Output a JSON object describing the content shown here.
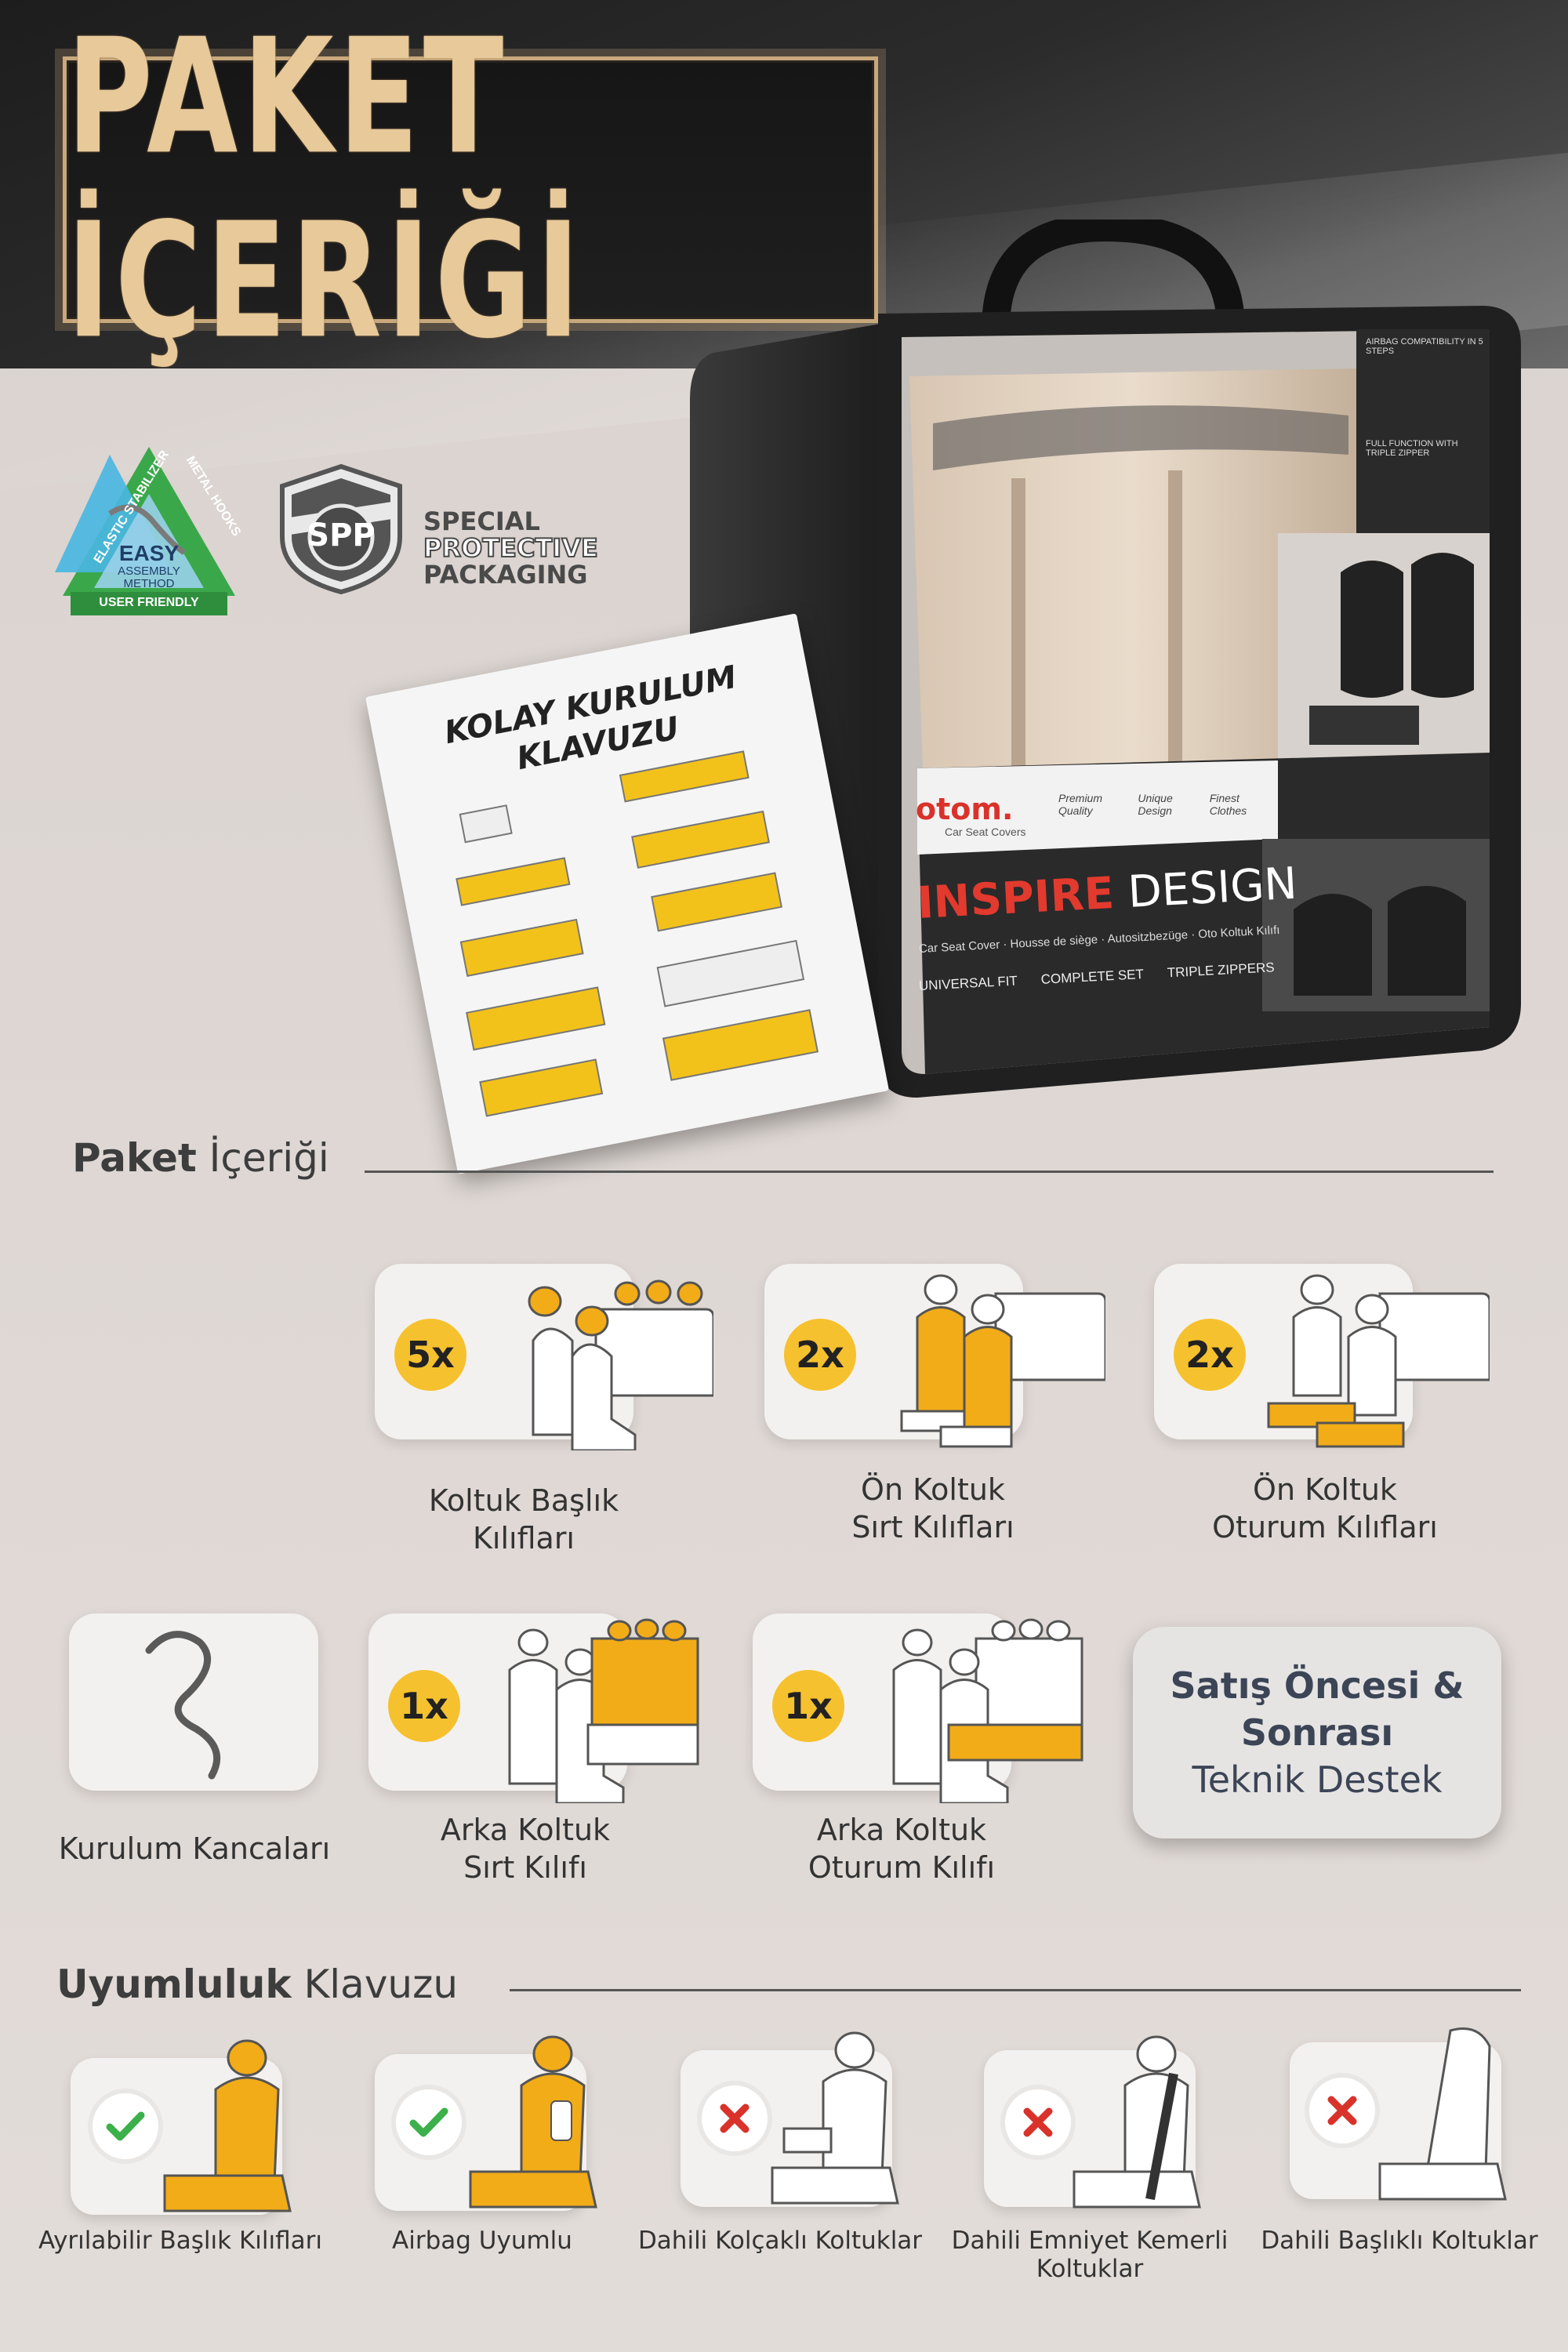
{
  "hero": {
    "title": "PAKET İÇERİĞİ"
  },
  "badges": {
    "easy": {
      "top_left": "ELASTIC STABILIZER",
      "top_right": "METAL HOOKS",
      "center": "EASY",
      "sub1": "ASSEMBLY",
      "sub2": "METHOD",
      "bottom": "USER FRIENDLY"
    },
    "spp": {
      "mark": "SPP",
      "line1": "SPECIAL",
      "line2": "PROTECTIVE",
      "line3": "PACKAGING"
    }
  },
  "bag": {
    "brand": "otom.",
    "brand_sub": "Car Seat Covers",
    "tags": [
      "Premium Quality",
      "Unique Design",
      "Finest Clothes"
    ],
    "product_bold": "INSPIRE",
    "product_rest": "DESIGN",
    "languages": "Car Seat Cover · Housse de siège · Autositzbezüge · Oto Koltuk Kılıfı",
    "features": [
      "UNIVERSAL FIT",
      "COMPLETE SET",
      "TRIPLE ZIPPERS"
    ],
    "panel_airbag": "AIRBAG COMPATIBILITY IN 5 STEPS",
    "panel_zipper": "FULL FUNCTION WITH TRIPLE ZIPPER"
  },
  "manual": {
    "title_line1": "KOLAY KURULUM",
    "title_line2": "KLAVUZU"
  },
  "sections": {
    "contents": {
      "bold": "Paket",
      "rest": " İçeriği"
    },
    "compat": {
      "bold": "Uyumluluk",
      "rest": " Klavuzu"
    }
  },
  "items": [
    {
      "qty": "5x",
      "line1": "Koltuk Başlık",
      "line2": "Kılıfları"
    },
    {
      "qty": "2x",
      "line1": "Ön Koltuk",
      "line2": "Sırt Kılıfları"
    },
    {
      "qty": "2x",
      "line1": "Ön Koltuk",
      "line2": "Oturum Kılıfları"
    },
    {
      "qty": "",
      "line1": "Kurulum Kancaları",
      "line2": ""
    },
    {
      "qty": "1x",
      "line1": "Arka Koltuk",
      "line2": "Sırt Kılıfı"
    },
    {
      "qty": "1x",
      "line1": "Arka Koltuk",
      "line2": "Oturum Kılıfı"
    }
  ],
  "support": {
    "line1": "Satış Öncesi &",
    "line2": "Sonrası",
    "line3": "Teknik Destek"
  },
  "compat": [
    {
      "status": "ok",
      "line1": "Ayrılabilir Başlık Kılıfları",
      "line2": ""
    },
    {
      "status": "ok",
      "line1": "Airbag Uyumlu",
      "line2": ""
    },
    {
      "status": "no",
      "line1": "Dahili Kolçaklı Koltuklar",
      "line2": ""
    },
    {
      "status": "no",
      "line1": "Dahili Emniyet Kemerli",
      "line2": "Koltuklar"
    },
    {
      "status": "no",
      "line1": "Dahili Başlıklı Koltuklar",
      "line2": ""
    }
  ],
  "colors": {
    "accent": "#f6c12e",
    "gold": "#c9a97c",
    "ok": "#3cb04a",
    "no": "#d9322b",
    "text": "#333333"
  }
}
